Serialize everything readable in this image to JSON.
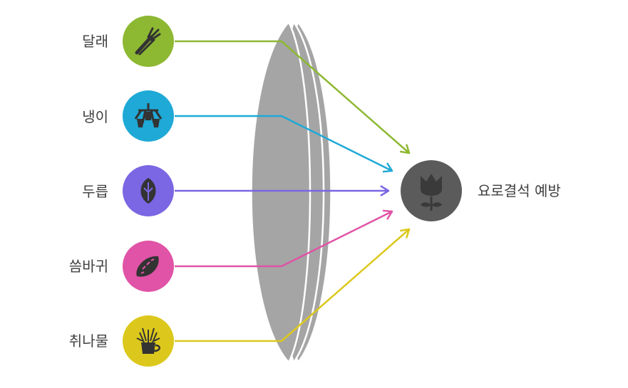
{
  "sources": [
    {
      "label": "달래",
      "icon": "green-onion-icon",
      "color": "#8db832"
    },
    {
      "label": "냉이",
      "icon": "herb-root-icon",
      "color": "#1ea9d6"
    },
    {
      "label": "두릅",
      "icon": "sprout-bud-icon",
      "color": "#7b66e3"
    },
    {
      "label": "씀바귀",
      "icon": "leaf-pod-icon",
      "color": "#e053a6"
    },
    {
      "label": "취나물",
      "icon": "greens-bowl-icon",
      "color": "#dcc81c"
    }
  ],
  "target": {
    "label": "요로결석 예방",
    "icon": "rose-icon",
    "color": "#5b5b5b"
  },
  "lens_color": "#a5a5a5"
}
